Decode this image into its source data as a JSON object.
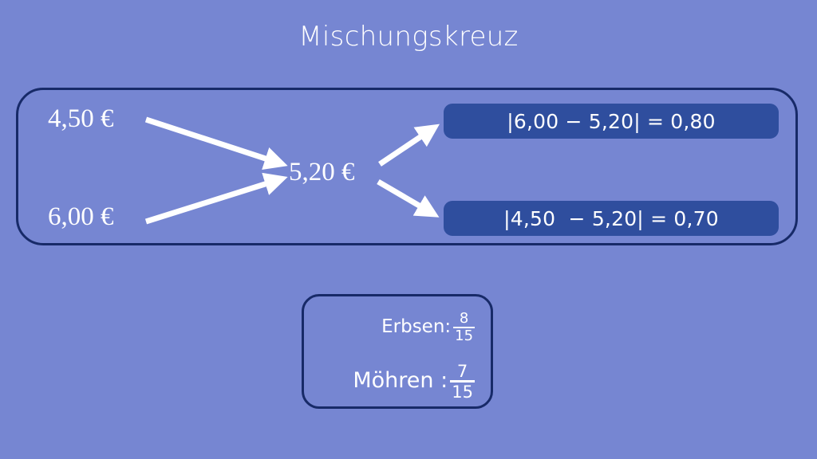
{
  "slide": {
    "title": "Mischungskreuz",
    "background_color": "#7686d2",
    "border_color": "#172a68",
    "accent_box_color": "#2f4e9e",
    "text_color": "#ffffff"
  },
  "mixing_cross": {
    "input_top": "4,50 €",
    "input_bottom": "6,00 €",
    "center": "5,20 €",
    "result_top": "|6,00 − 5,20| = 0,80",
    "result_bottom": "|4,50  − 5,20| = 0,70",
    "arrows": [
      {
        "name": "arrow-top-left-to-center",
        "from": [
          183,
          150
        ],
        "to": [
          356,
          207
        ]
      },
      {
        "name": "arrow-bottom-left-to-center",
        "from": [
          183,
          278
        ],
        "to": [
          356,
          222
        ]
      },
      {
        "name": "arrow-center-to-result-top",
        "from": [
          476,
          206
        ],
        "to": [
          547,
          158
        ]
      },
      {
        "name": "arrow-center-to-result-bottom",
        "from": [
          474,
          228
        ],
        "to": [
          547,
          271
        ]
      }
    ]
  },
  "legend": {
    "row1_label": "Erbsen:",
    "row1_numerator": "8",
    "row1_denominator": "15",
    "row2_label": "Möhren :",
    "row2_numerator": "7",
    "row2_denominator": "15"
  }
}
